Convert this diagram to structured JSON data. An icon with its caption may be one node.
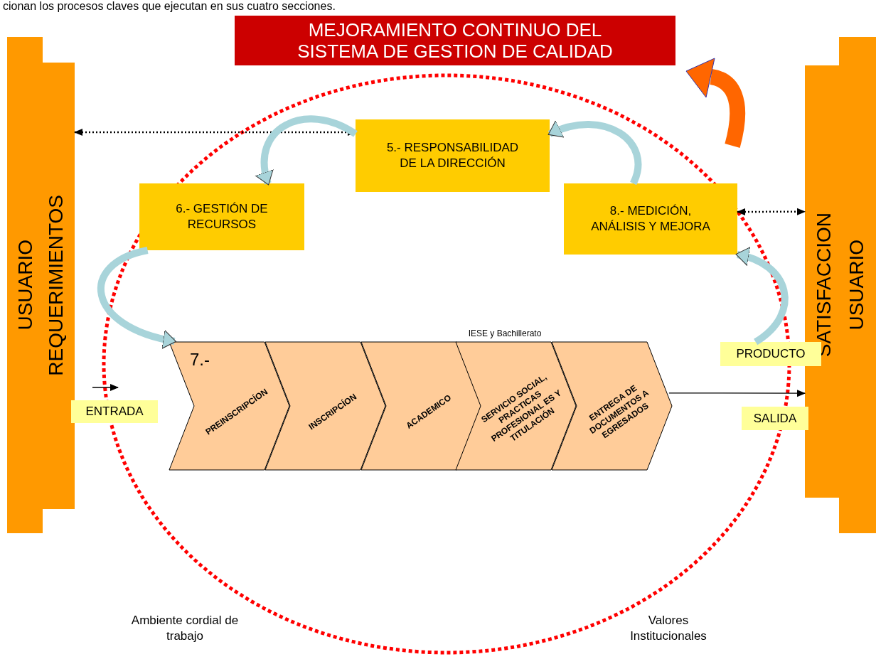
{
  "diagram": {
    "title": "MEJORAMIENTO CONTINUO DEL SISTEMA DE GESTION DE CALIDAD",
    "nodes": [
      {
        "text": [
          "USUARIO",
          "REQUERIMIENTOS"
        ]
      },
      {
        "text": [
          "SATISFACCION",
          "USUARIO"
        ]
      },
      {
        "text": [
          "5.- RESPONSABILIDAD DE LA DIRECCIÓN"
        ]
      },
      {
        "text": [
          "6.- GESTIÓN DE RECURSOS"
        ]
      },
      {
        "text": [
          "8.- MEDICIÓN, ANÁLISIS Y MEJORA"
        ]
      },
      {
        "text": [
          "7.-",
          "PREINSCRIPCÍON"
        ]
      },
      {
        "text": [
          "INSCRIPCÍON"
        ]
      },
      {
        "text": [
          "ACADEMICO"
        ]
      },
      {
        "text": [
          "SERVICIO SOCIAL, PRACTICAS PROFESIONAL ES Y TITULACIÓN"
        ]
      },
      {
        "text": [
          "ENTREGA DE DOCUMENTOS A EGRESADOS"
        ]
      },
      {
        "text": [
          "ENTRADA"
        ]
      },
      {
        "text": [
          "PRODUCTO"
        ]
      },
      {
        "text": [
          "SALIDA"
        ]
      }
    ],
    "edges": [
      {
        "from": 0,
        "to": 2,
        "arrow": "both",
        "style": "dashed",
        "color": "#000000"
      },
      {
        "from": 4,
        "to": 1,
        "arrow": "both",
        "style": "dashed",
        "color": "#000000"
      },
      {
        "from": 2,
        "to": 3,
        "arrow": "to"
      },
      {
        "from": 3,
        "to": 5,
        "arrow": "to"
      },
      {
        "from": 4,
        "to": 2,
        "arrow": "to"
      },
      {
        "from": 11,
        "to": 4,
        "arrow": "to"
      },
      {
        "from": 9,
        "to": 1,
        "arrow": "to",
        "color": "#000000"
      }
    ],
    "labels": [
      "cionan los procesos claves que ejecutan en sus cuatro secciones.",
      "IESE y Bachillerato",
      "Ambiente cordial de trabajo",
      "Valores Institucionales"
    ]
  }
}
